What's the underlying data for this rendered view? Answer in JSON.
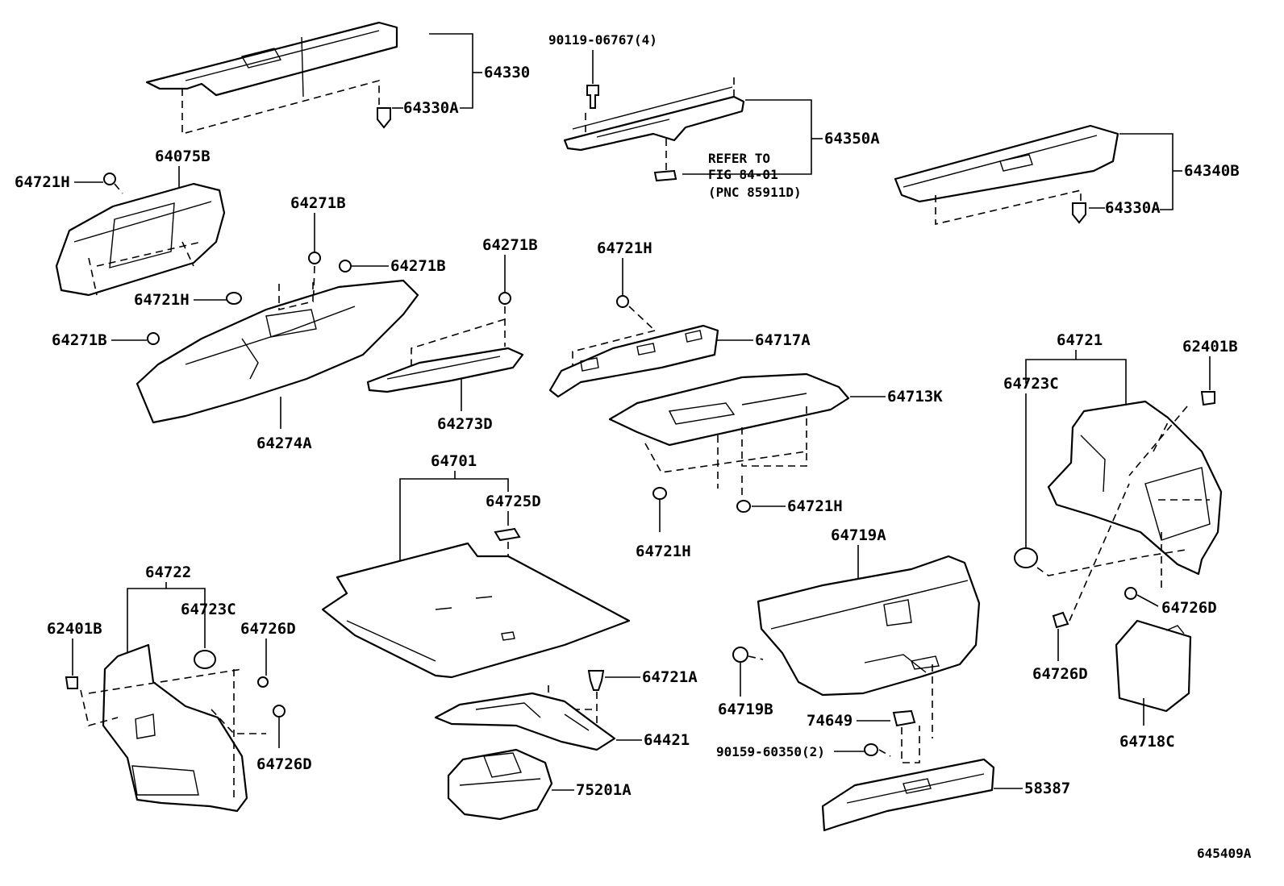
{
  "diagram_id": "645409A",
  "refer_note": {
    "line1": "REFER TO",
    "line2": "FIG 84-01",
    "line3": "(PNC 85911D)"
  },
  "labels": {
    "p64330": "64330",
    "p64330A_top": "64330A",
    "p90119": "90119-06767(4)",
    "p64350A": "64350A",
    "p64340B": "64340B",
    "p64330A_right": "64330A",
    "p64075B": "64075B",
    "p64721H_a": "64721H",
    "p64721H_b": "64721H",
    "p64271B_a": "64271B",
    "p64271B_b": "64271B",
    "p64271B_c": "64271B",
    "p64271B_d": "64271B",
    "p64274A": "64274A",
    "p64273D": "64273D",
    "p64721H_c": "64721H",
    "p64717A": "64717A",
    "p64713K": "64713K",
    "p64721H_d": "64721H",
    "p64721H_e": "64721H",
    "p64721": "64721",
    "p64723C_right": "64723C",
    "p62401B_right": "62401B",
    "p64726D_r1": "64726D",
    "p64726D_r2": "64726D",
    "p64718C": "64718C",
    "p64701": "64701",
    "p64725D": "64725D",
    "p64722": "64722",
    "p64723C_left": "64723C",
    "p62401B_left": "62401B",
    "p64726D_l1": "64726D",
    "p64726D_l2": "64726D",
    "p64721A": "64721A",
    "p64421": "64421",
    "p75201A": "75201A",
    "p64719A": "64719A",
    "p64719B": "64719B",
    "p74649": "74649",
    "p90159": "90159-60350(2)",
    "p58387": "58387"
  }
}
